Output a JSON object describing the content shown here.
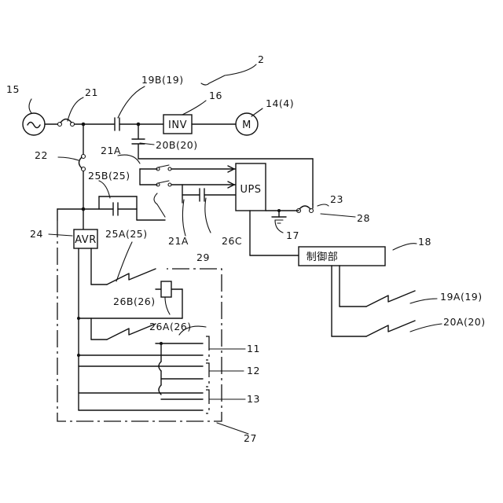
{
  "labels": {
    "n2": "2",
    "n15": "15",
    "n21": "21",
    "n19b": "19B(19)",
    "n16": "16",
    "n14": "14(4)",
    "n21a_top": "21A",
    "n20b": "20B(20)",
    "n22": "22",
    "n25b": "25B(25)",
    "n23": "23",
    "n28": "28",
    "n24": "24",
    "n25a": "25A(25)",
    "n21a_mid": "21A",
    "n29": "29",
    "n26c": "26C",
    "n17": "17",
    "n18": "18",
    "n26b": "26B(26)",
    "n19a": "19A(19)",
    "n20a": "20A(20)",
    "n26a": "26A(26)",
    "n11": "11",
    "n12": "12",
    "n13": "13",
    "n27": "27"
  },
  "boxes": {
    "inv": "INV",
    "motor": "M",
    "ups": "UPS",
    "avr": "AVR",
    "control": "制御部"
  }
}
